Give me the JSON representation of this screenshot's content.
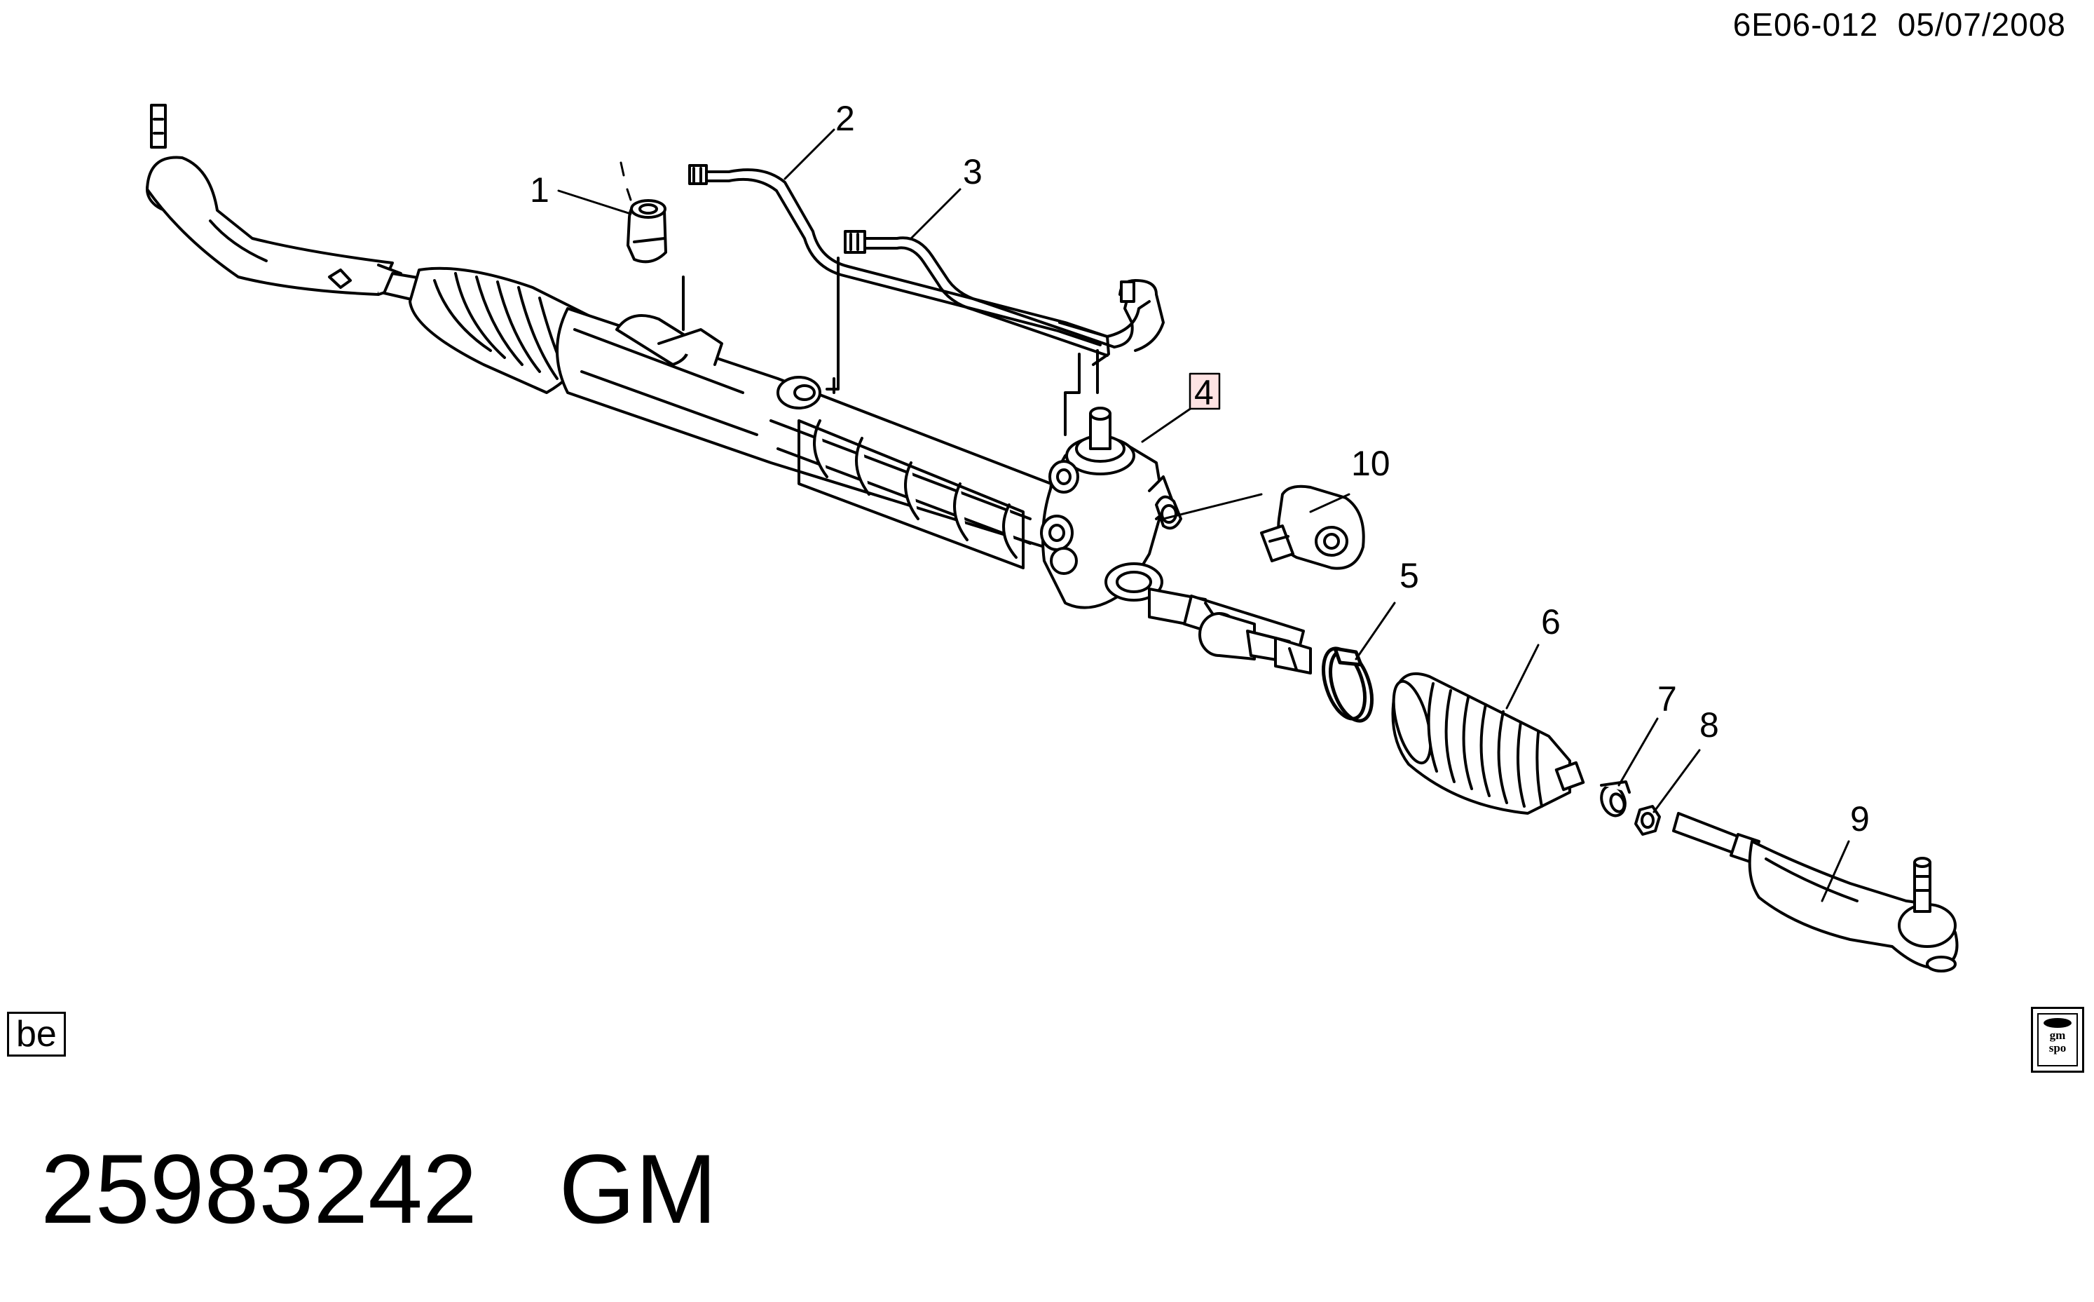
{
  "header": {
    "ref_code": "6E06-012",
    "date": "05/07/2008"
  },
  "callouts": [
    {
      "id": "1",
      "label": "1"
    },
    {
      "id": "2",
      "label": "2"
    },
    {
      "id": "3",
      "label": "3"
    },
    {
      "id": "4",
      "label": "4",
      "highlighted": true
    },
    {
      "id": "5",
      "label": "5"
    },
    {
      "id": "6",
      "label": "6"
    },
    {
      "id": "7",
      "label": "7"
    },
    {
      "id": "8",
      "label": "8"
    },
    {
      "id": "9",
      "label": "9"
    },
    {
      "id": "10",
      "label": "10"
    }
  ],
  "badges": {
    "left": "be",
    "right_line1": "gm",
    "right_line2": "spo"
  },
  "footer": {
    "part_number": "25983242",
    "maker": "GM"
  },
  "colors": {
    "highlight_stroke": "#e0303a",
    "highlight_fill": "#fde3e3",
    "line": "#000000"
  }
}
